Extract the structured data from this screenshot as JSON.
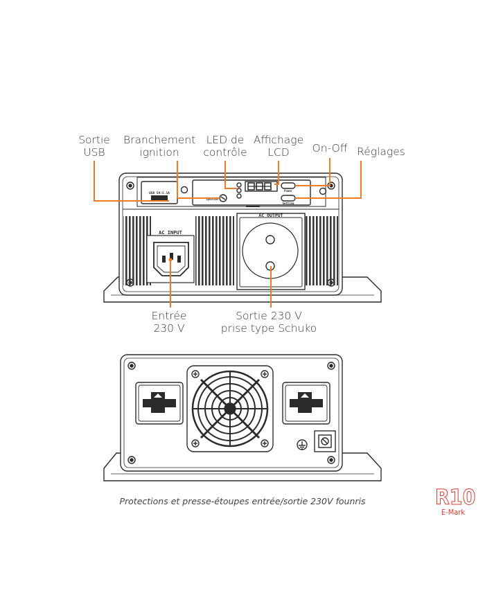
{
  "labels": {
    "usb": [
      "Sortie",
      "USB"
    ],
    "ignition": [
      "Branchement",
      "ignition"
    ],
    "led": [
      "LED de",
      "contrôle"
    ],
    "lcd": [
      "Affichage",
      "LCD"
    ],
    "onoff": "On-Off",
    "settings": "Réglages",
    "input": [
      "Entrée",
      "230 V"
    ],
    "output": [
      "Sortie 230 V",
      "prise type Schuko"
    ]
  },
  "panel_text": {
    "ac_input": "AC INPUT",
    "ac_output": "AC OUTPUT",
    "usb_port": "USB 5V/2.1A",
    "power": "Power",
    "setting": "Setting",
    "ign": "Ignition"
  },
  "caption": "Protections et presse-étoupes entrée/sortie 230V founris",
  "logo": {
    "main": "R10",
    "sub": "E-Mark"
  },
  "colors": {
    "accent": "#f07b23",
    "line": "#2a2a2a",
    "logo": "#e03c2f"
  }
}
